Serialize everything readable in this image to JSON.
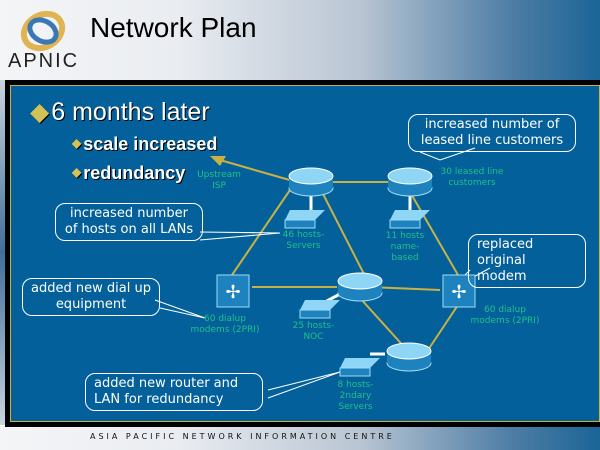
{
  "header": {
    "title": "Network Plan",
    "logo_text": "APNIC"
  },
  "footer": {
    "text": "ASIA PACIFIC NETWORK INFORMATION CENTRE"
  },
  "bullets": {
    "main": "6 months later",
    "sub": [
      "scale increased",
      "redundancy"
    ]
  },
  "callouts": {
    "leased_line": "increased number of leased line customers",
    "hosts": "increased number of hosts on all LANs",
    "replaced_modem": "replaced original modem",
    "dialup": "added new dial up equipment",
    "router_lan": "added new router and LAN for redundancy"
  },
  "nodes": {
    "upstream": "Upstream ISP",
    "servers": "46 hosts- Servers",
    "leased": "30 leased line customers",
    "name_based": "11 hosts name- based",
    "dialup_left": "60 dialup modems (2PRI)",
    "dialup_right": "60 dialup modems (2PRI)",
    "noc": "25 hosts- NOC",
    "secondary": "8 hosts- 2ndary Servers"
  },
  "colors": {
    "panel_bg": "#03609a",
    "link": "#c9b243",
    "label": "#20c08a",
    "bullet": "#d4c257"
  }
}
